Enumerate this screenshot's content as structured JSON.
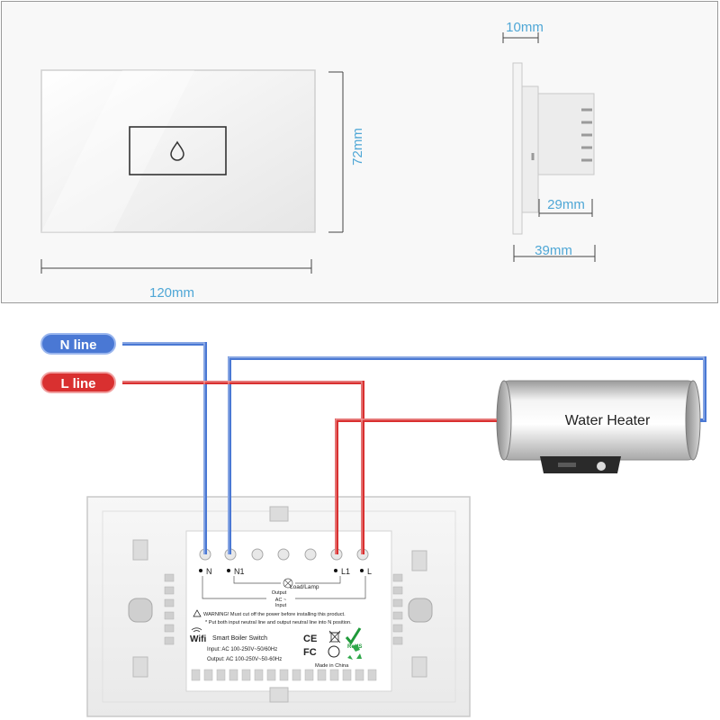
{
  "dimensions": {
    "width": "120mm",
    "height": "72mm",
    "thickness": "10mm",
    "depth_total": "39mm",
    "depth_box": "29mm"
  },
  "wiring": {
    "n_line_label": "N line",
    "l_line_label": "L line",
    "heater_label": "Water Heater",
    "n_color": "#4a78d4",
    "l_color": "#d93030",
    "terminals": [
      "N",
      "N1",
      "L1",
      "L"
    ]
  },
  "back_label": {
    "load_text": "Load/Lamp",
    "output_text": "Output",
    "ac_text": "AC ~",
    "input_text": "Input",
    "warning_text": "WARNING! Must cut off the power before installing this product.",
    "note_text": "* Put both input neutral line and output neutral line into N position.",
    "wifi_text": "Wifi",
    "product_text": "Smart Boiler Switch",
    "input_spec": "Input: AC 100-250V~50/60Hz",
    "output_spec": "Output: AC 100-250V~50-60Hz",
    "ce_text": "CE",
    "fc_text": "FC",
    "rohs_text": "RoHS",
    "made_in": "Made in China"
  }
}
